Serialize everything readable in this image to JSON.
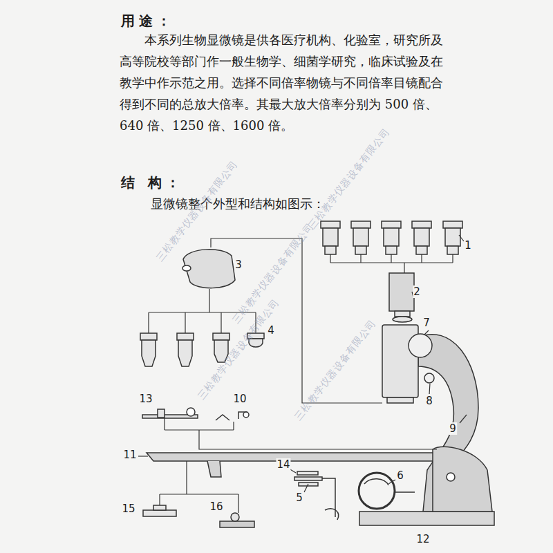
{
  "diagram": {
    "labels": [
      "用途：",
      "本系列生物显微镜是供各医疗机构、化验室，研究所及高等院校等部门作一般生物学、细菌学研究，临床试验及在教学中作示范之用。选择不同倍率物镜与不同倍率目镜配合得到不同的总放大倍率。其最大放大倍率分别为 500 倍、640 倍、1250 倍、1600 倍。",
      "结 构：",
      "显微镜整个外型和结构如图示：",
      "1",
      "2",
      "3",
      "4",
      "5",
      "6",
      "7",
      "8",
      "9",
      "10",
      "11",
      "12",
      "13",
      "14",
      "15",
      "16",
      "三松教学仪器设备有限公司",
      "三松教学仪器设备有限公司",
      "三松教学仪器设备有限公司",
      "三松教学仪器设备有限公司",
      "三松教学仪器设备有限公司"
    ]
  }
}
